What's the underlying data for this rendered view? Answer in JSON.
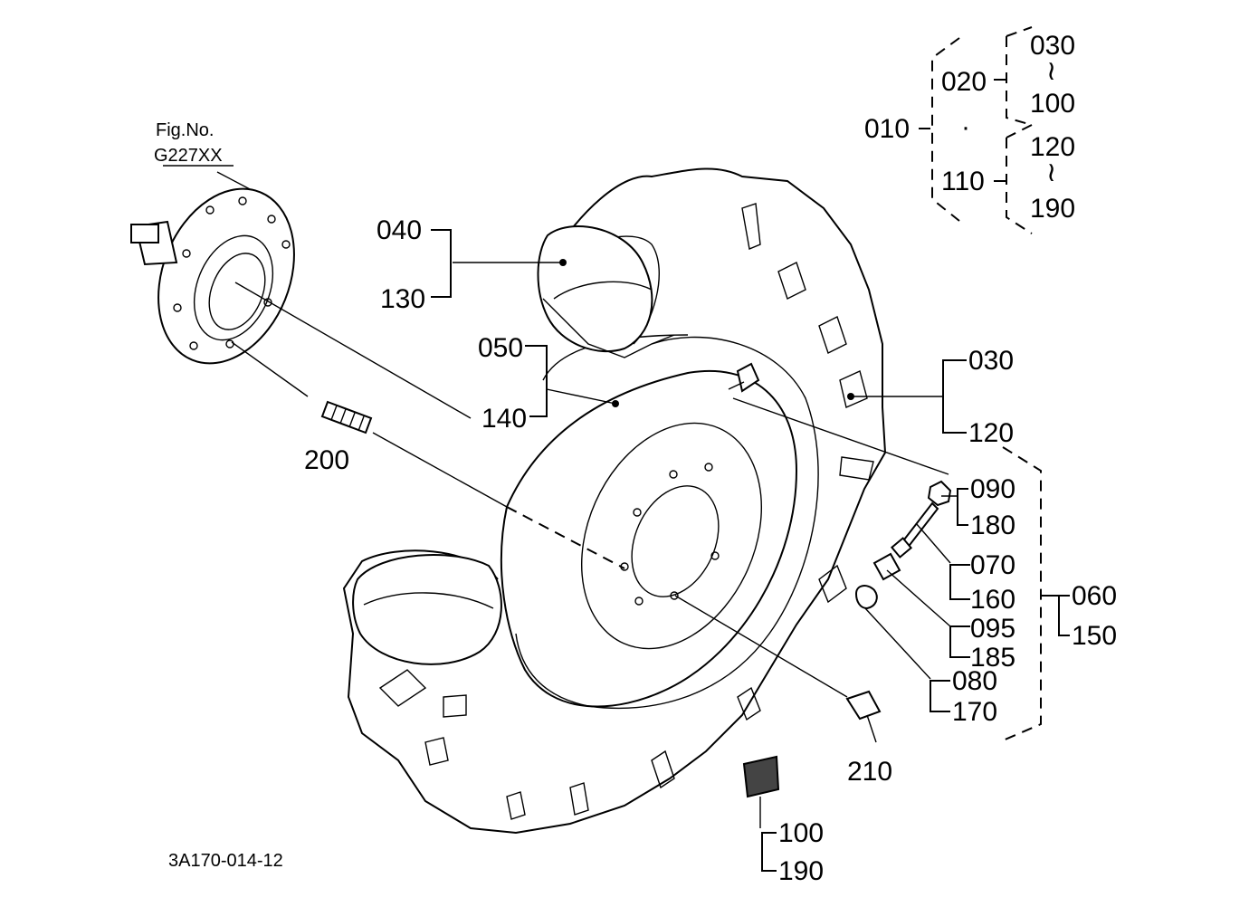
{
  "figure_ref": {
    "line1": "Fig.No.",
    "line2": "G227XX"
  },
  "doc_code": "3A170-014-12",
  "tilde": "≀",
  "dot": "·",
  "callouts": {
    "c030a": "030",
    "c100a": "100",
    "c020": "020",
    "c010": "010",
    "c120a": "120",
    "c110": "110",
    "c190a": "190",
    "c040": "040",
    "c130": "130",
    "c050": "050",
    "c140": "140",
    "c200": "200",
    "c030b": "030",
    "c120b": "120",
    "c090": "090",
    "c180": "180",
    "c070": "070",
    "c160": "160",
    "c060": "060",
    "c150": "150",
    "c095": "095",
    "c185": "185",
    "c080": "080",
    "c170": "170",
    "c210": "210",
    "c100b": "100",
    "c190b": "190"
  }
}
